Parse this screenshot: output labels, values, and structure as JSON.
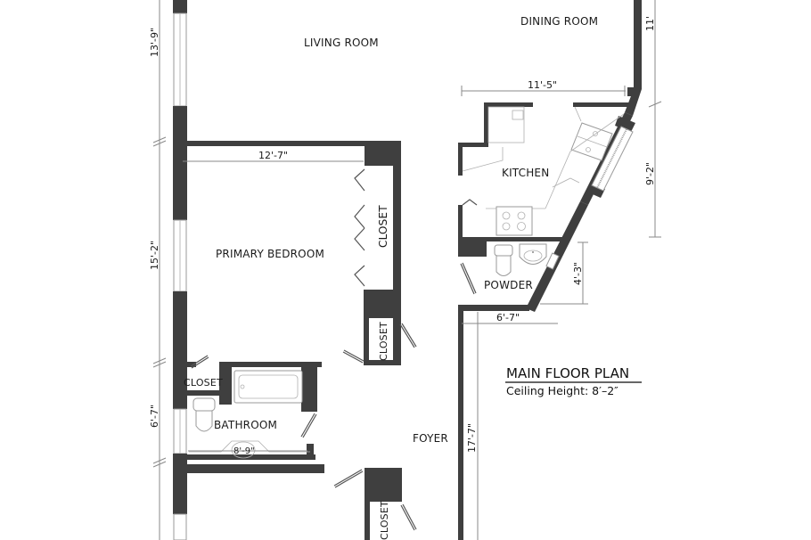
{
  "plan": {
    "title": "MAIN FLOOR PLAN",
    "subtitle": "Ceiling Height: 8′–2″"
  },
  "rooms": {
    "living_room": "LIVING ROOM",
    "dining_room": "DINING ROOM",
    "kitchen": "KITCHEN",
    "primary_bedroom": "PRIMARY BEDROOM",
    "closet_1": "CLOSET",
    "closet_2": "CLOSET",
    "closet_3": "CLOSET",
    "closet_4": "CLOSET",
    "powder": "POWDER",
    "bathroom": "BATHROOM",
    "foyer": "FOYER"
  },
  "dimensions": {
    "living_height": "13'-9\"",
    "bedroom_height": "15'-2\"",
    "bathroom_height": "6'-7\"",
    "bedroom_width": "12'-7\"",
    "kitchen_width": "11'-5\"",
    "dining_height": "11'",
    "kitchen_height": "9'-2\"",
    "powder_height": "4'-3\"",
    "powder_width": "6'-7\"",
    "bathroom_width": "8'-9\"",
    "foyer_height": "17'-7\""
  },
  "colors": {
    "wall": "#3f3f3f",
    "dimension_line": "#8a8a8a",
    "background": "#ffffff"
  }
}
